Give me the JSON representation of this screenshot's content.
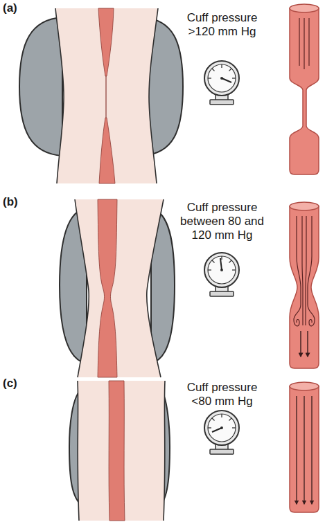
{
  "diagram": {
    "labels": [
      "(a)",
      "Cuff pressure >120 mm Hg",
      "(b)",
      "Cuff pressure between 80 and 120 mm Hg",
      "(c)",
      "Cuff pressure <80 mm Hg"
    ]
  }
}
